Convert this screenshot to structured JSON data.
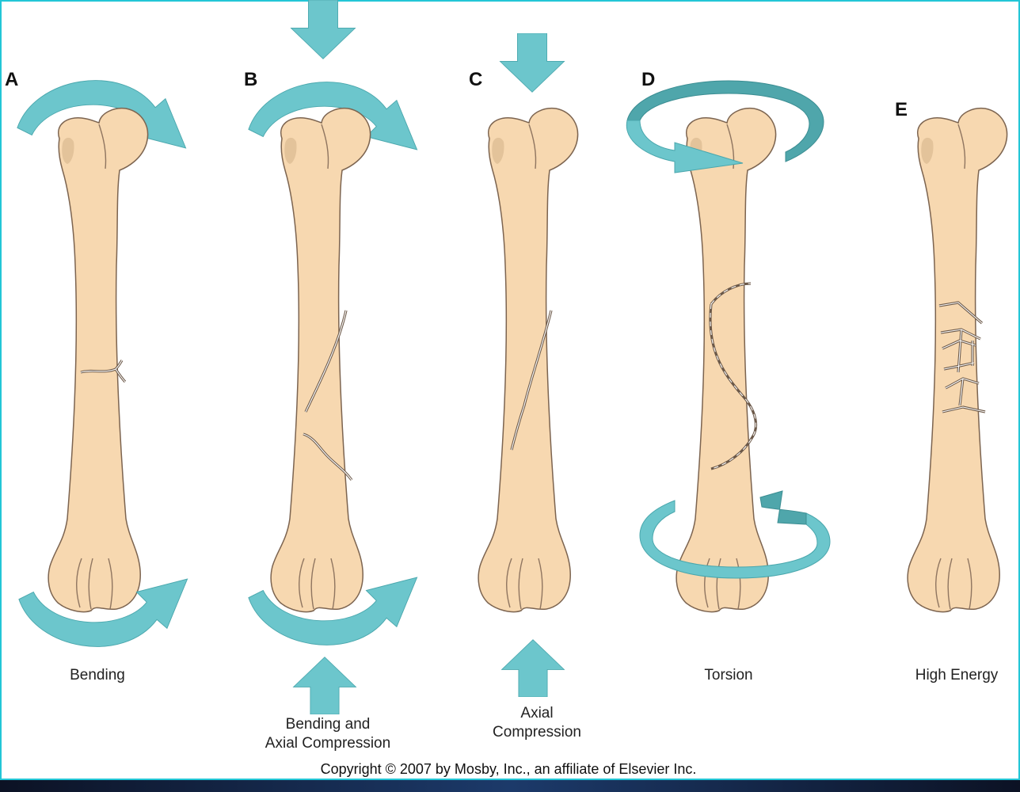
{
  "panels": [
    {
      "letter": "A",
      "caption_lines": [
        "Bending"
      ]
    },
    {
      "letter": "B",
      "caption_lines": [
        "Bending and",
        "Axial Compression"
      ]
    },
    {
      "letter": "C",
      "caption_lines": [
        "Axial",
        "Compression"
      ]
    },
    {
      "letter": "D",
      "caption_lines": [
        "Torsion"
      ]
    },
    {
      "letter": "E",
      "caption_lines": [
        "High Energy"
      ]
    }
  ],
  "copyright": "Copyright © 2007 by Mosby, Inc., an affiliate of Elsevier Inc.",
  "colors": {
    "bone": "#f7d8b0",
    "arrow": "#6cc6cc",
    "arrow_dark": "#4fa6ab",
    "frame": "#23c6d6"
  }
}
